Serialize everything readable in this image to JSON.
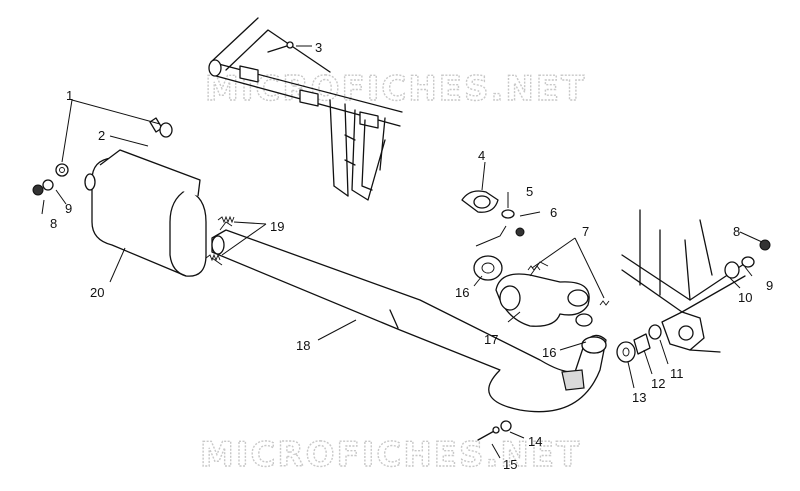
{
  "watermark": {
    "text_top": "MICROFICHES.NET",
    "text_bottom": "MICROFICHES.NET"
  },
  "callouts": {
    "c1": "1",
    "c2": "2",
    "c3": "3",
    "c4": "4",
    "c5": "5",
    "c6": "6",
    "c7": "7",
    "c8a": "8",
    "c8b": "8",
    "c9a": "9",
    "c9b": "9",
    "c10": "10",
    "c11": "11",
    "c12": "12",
    "c13": "13",
    "c14": "14",
    "c15": "15",
    "c16a": "16",
    "c16b": "16",
    "c17": "17",
    "c18": "18",
    "c19": "19",
    "c20": "20"
  },
  "colors": {
    "line": "#111111",
    "watermark": "#c8c8c8",
    "background": "#ffffff"
  }
}
